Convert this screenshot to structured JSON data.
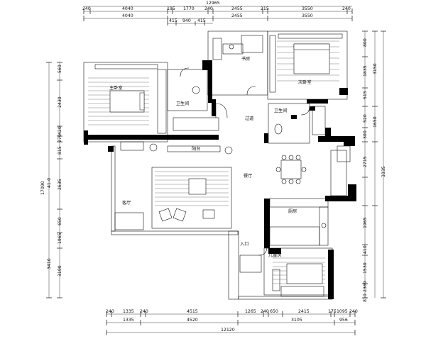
{
  "top_dims": {
    "overall": "12965",
    "row1": [
      "240",
      "4040",
      "195",
      "1770",
      "240",
      "2455",
      "215",
      "3550",
      "240"
    ],
    "row2": [
      "4040",
      "2455",
      "3550"
    ],
    "row3": [
      "415",
      "940",
      "415"
    ]
  },
  "bottom_dims": {
    "row1": [
      "240",
      "1335",
      "240",
      "4515",
      "1265",
      "240",
      "650",
      "2415",
      "175",
      "1095",
      "240"
    ],
    "row2": [
      "1335",
      "4520",
      "3105",
      "956"
    ],
    "overall": "12120"
  },
  "left_dims": {
    "outer": [
      "560",
      "2430",
      "420",
      "270",
      "815",
      "2635",
      "650",
      "1965",
      "3410",
      "3190"
    ],
    "inner": [
      "41-0",
      "17090"
    ]
  },
  "right_dims": {
    "col1": [
      "800",
      "1835",
      "515",
      "520",
      "300",
      "2715",
      "1965",
      "410",
      "1530",
      "2369",
      "810"
    ],
    "col2": [
      "3150",
      "1650",
      "3335"
    ]
  },
  "room_labels": {
    "master_bedroom": "主卧室",
    "study": "书房",
    "bedroom2": "次卧室",
    "living": "客厅",
    "dining": "餐厅",
    "kitchen": "厨房",
    "bath1": "卫生间",
    "bath2": "卫生间",
    "bedroom3": "儿童房",
    "entry": "入口",
    "balcony": "阳台",
    "corridor": "过道"
  },
  "icons": [
    "bed-icon",
    "sofa-icon",
    "dining-table-icon",
    "desk-icon",
    "toilet-icon",
    "plant-icon"
  ]
}
